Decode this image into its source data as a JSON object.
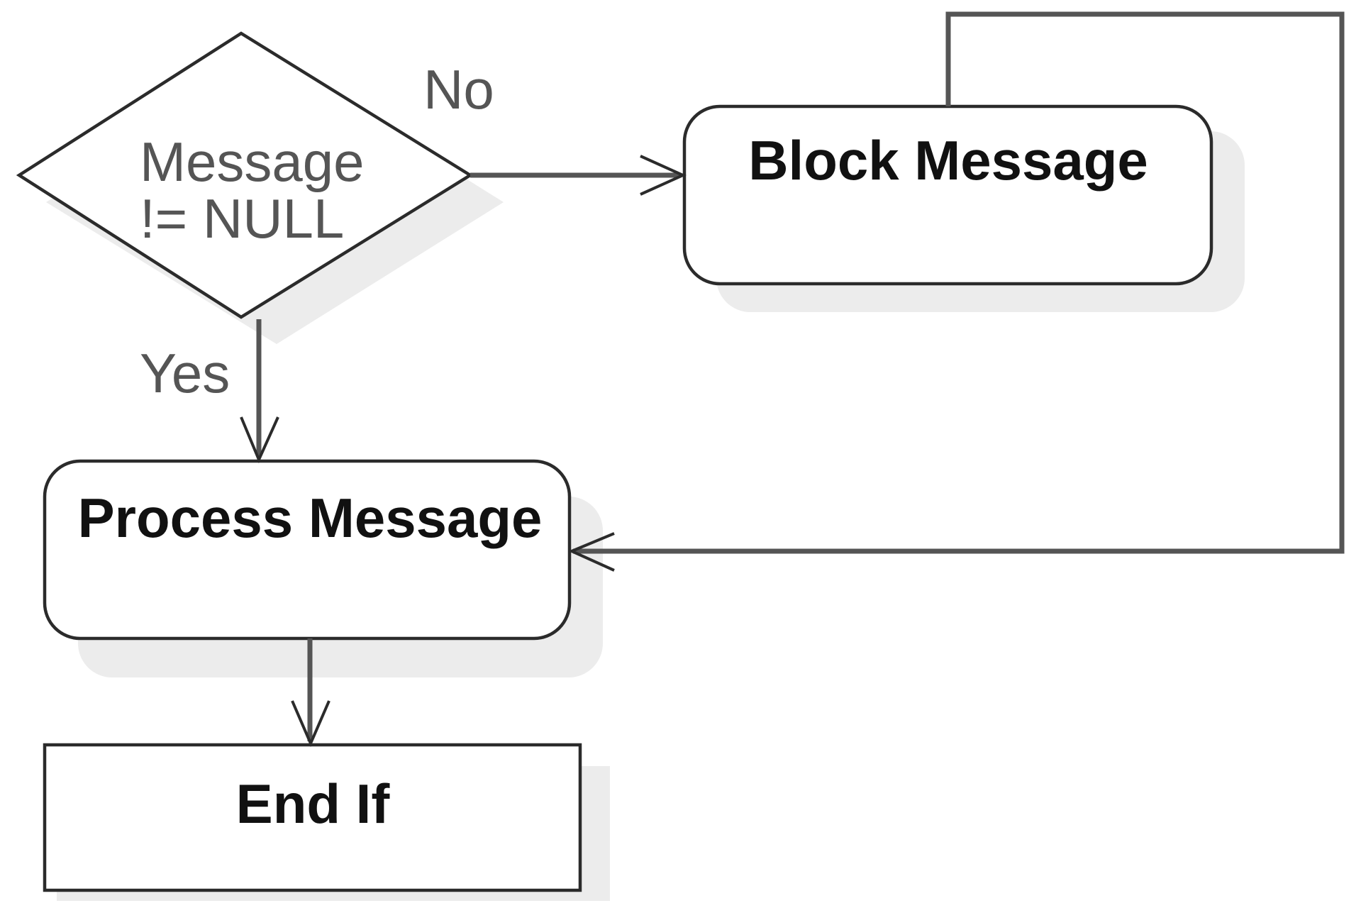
{
  "diagram": {
    "decision": {
      "line1": "Message",
      "line2": "!= NULL"
    },
    "nodes": {
      "block": "Block Message",
      "process": "Process Message",
      "end": "End If"
    },
    "edges": {
      "no": "No",
      "yes": "Yes"
    }
  }
}
